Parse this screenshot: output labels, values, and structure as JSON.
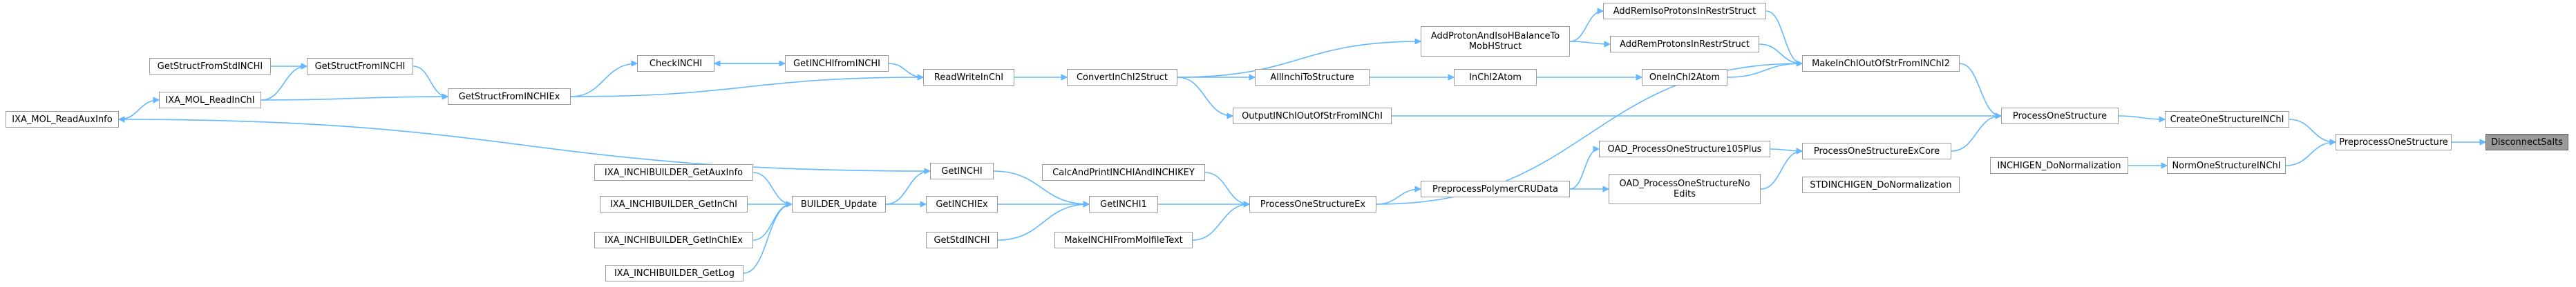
{
  "diagram": {
    "type": "call-graph",
    "colors": {
      "edge": "#63b8ff",
      "node_border": "#999999",
      "root_fill": "#999999",
      "node_fill": "#ffffff"
    },
    "nodes": [
      {
        "id": "disconnectsalts",
        "label": "DisconnectSalts",
        "root": true
      },
      {
        "id": "preprocessonestructure",
        "label": "PreprocessOneStructure"
      },
      {
        "id": "createonestructureinchi",
        "label": "CreateOneStructureINChI"
      },
      {
        "id": "normonestructureinchi",
        "label": "NormOneStructureINChI"
      },
      {
        "id": "processonestructure",
        "label": "ProcessOneStructure"
      },
      {
        "id": "inchigen_donormalization",
        "label": "INCHIGEN_DoNormalization"
      },
      {
        "id": "stdinchigen_donormalization",
        "label": "STDINCHIGEN_DoNormalization"
      },
      {
        "id": "makeinchioutofstrfrominchi2",
        "label": "MakeInChIOutOfStrFromINChI2"
      },
      {
        "id": "processonestructureexcore",
        "label": "ProcessOneStructureExCore"
      },
      {
        "id": "outputinchioutofstrfrominchi",
        "label": "OutputINChIOutOfStrFromINChI"
      },
      {
        "id": "addremisoprotonsinrestrstruct",
        "label": "AddRemIsoProtonsInRestrStruct"
      },
      {
        "id": "addremprotonsinrestrstruct",
        "label": "AddRemProtonsInRestrStruct"
      },
      {
        "id": "oneinchi2atom",
        "label": "OneInChI2Atom"
      },
      {
        "id": "addprotonandisohbalancetomobhstruct",
        "label": "AddProtonAndIsoHBalanceTo\nMobHStruct"
      },
      {
        "id": "inchi2atom",
        "label": "InChI2Atom"
      },
      {
        "id": "allinchitostructure",
        "label": "AllInchiToStructure"
      },
      {
        "id": "convertinchi2struct",
        "label": "ConvertInChI2Struct"
      },
      {
        "id": "readwriteinchi",
        "label": "ReadWriteInChI"
      },
      {
        "id": "getinchifrominchi",
        "label": "GetINCHIfromINCHI"
      },
      {
        "id": "checkinchi",
        "label": "CheckINCHI"
      },
      {
        "id": "getstructfrominchiex",
        "label": "GetStructFromINCHIEx"
      },
      {
        "id": "getstructfrominchi",
        "label": "GetStructFromINCHI"
      },
      {
        "id": "getstructfromstdinchi",
        "label": "GetStructFromStdINCHI"
      },
      {
        "id": "ixa_mol_readinchi",
        "label": "IXA_MOL_ReadInChI"
      },
      {
        "id": "ixa_mol_readauxinfo",
        "label": "IXA_MOL_ReadAuxInfo"
      },
      {
        "id": "oad_processonestructure105plus",
        "label": "OAD_ProcessOneStructure105Plus"
      },
      {
        "id": "oad_processonestructurenoedits",
        "label": "OAD_ProcessOneStructureNo\nEdits"
      },
      {
        "id": "preprocesspolymercrudata",
        "label": "PreprocessPolymerCRUData"
      },
      {
        "id": "processonestructureex",
        "label": "ProcessOneStructureEx"
      },
      {
        "id": "calcandprintinchiandinchikey",
        "label": "CalcAndPrintINCHIAndINCHIKEY"
      },
      {
        "id": "getinchi1",
        "label": "GetINCHI1"
      },
      {
        "id": "makeinchifrommolfiletext",
        "label": "MakeINCHIFromMolfileText"
      },
      {
        "id": "getinchi",
        "label": "GetINCHI"
      },
      {
        "id": "getinchiex",
        "label": "GetINCHIEx"
      },
      {
        "id": "getstdinchi",
        "label": "GetStdINCHI"
      },
      {
        "id": "builder_update",
        "label": "BUILDER_Update"
      },
      {
        "id": "ixa_inchibuilder_getauxinfo",
        "label": "IXA_INCHIBUILDER_GetAuxInfo"
      },
      {
        "id": "ixa_inchibuilder_getinchi",
        "label": "IXA_INCHIBUILDER_GetInChI"
      },
      {
        "id": "ixa_inchibuilder_getinchiex",
        "label": "IXA_INCHIBUILDER_GetInChIEx"
      },
      {
        "id": "ixa_inchibuilder_getlog",
        "label": "IXA_INCHIBUILDER_GetLog"
      }
    ],
    "edges": [
      [
        "preprocessonestructure",
        "disconnectsalts"
      ],
      [
        "createonestructureinchi",
        "preprocessonestructure"
      ],
      [
        "normonestructureinchi",
        "preprocessonestructure"
      ],
      [
        "processonestructure",
        "createonestructureinchi"
      ],
      [
        "inchigen_donormalization",
        "normonestructureinchi"
      ],
      [
        "makeinchioutofstrfrominchi2",
        "processonestructure"
      ],
      [
        "processonestructureexcore",
        "processonestructure"
      ],
      [
        "outputinchioutofstrfrominchi",
        "processonestructure"
      ],
      [
        "addremisoprotonsinrestrstruct",
        "makeinchioutofstrfrominchi2"
      ],
      [
        "addremprotonsinrestrstruct",
        "makeinchioutofstrfrominchi2"
      ],
      [
        "oneinchi2atom",
        "makeinchioutofstrfrominchi2"
      ],
      [
        "processonestructureex",
        "makeinchioutofstrfrominchi2"
      ],
      [
        "addprotonandisohbalancetomobhstruct",
        "addremisoprotonsinrestrstruct"
      ],
      [
        "addprotonandisohbalancetomobhstruct",
        "addremprotonsinrestrstruct"
      ],
      [
        "inchi2atom",
        "oneinchi2atom"
      ],
      [
        "allinchitostructure",
        "inchi2atom"
      ],
      [
        "convertinchi2struct",
        "addprotonandisohbalancetomobhstruct"
      ],
      [
        "convertinchi2struct",
        "allinchitostructure"
      ],
      [
        "convertinchi2struct",
        "outputinchioutofstrfrominchi"
      ],
      [
        "readwriteinchi",
        "convertinchi2struct"
      ],
      [
        "getinchifrominchi",
        "readwriteinchi"
      ],
      [
        "getinchifrominchi",
        "checkinchi"
      ],
      [
        "checkinchi",
        "getinchifrominchi"
      ],
      [
        "getstructfrominchiex",
        "checkinchi"
      ],
      [
        "getstructfrominchiex",
        "readwriteinchi"
      ],
      [
        "getstructfrominchi",
        "getstructfrominchiex"
      ],
      [
        "ixa_mol_readinchi",
        "getstructfrominchiex"
      ],
      [
        "getstructfromstdinchi",
        "getstructfrominchi"
      ],
      [
        "ixa_mol_readinchi",
        "getstructfrominchi"
      ],
      [
        "ixa_mol_readauxinfo",
        "ixa_mol_readinchi"
      ],
      [
        "oad_processonestructure105plus",
        "processonestructureexcore"
      ],
      [
        "oad_processonestructurenoedits",
        "processonestructureexcore"
      ],
      [
        "preprocesspolymercrudata",
        "oad_processonestructure105plus"
      ],
      [
        "preprocesspolymercrudata",
        "oad_processonestructurenoedits"
      ],
      [
        "processonestructureex",
        "preprocesspolymercrudata"
      ],
      [
        "calcandprintinchiandinchikey",
        "processonestructureex"
      ],
      [
        "getinchi1",
        "processonestructureex"
      ],
      [
        "makeinchifrommolfiletext",
        "processonestructureex"
      ],
      [
        "getinchi",
        "getinchi1"
      ],
      [
        "getinchiex",
        "getinchi1"
      ],
      [
        "getstdinchi",
        "getinchi1"
      ],
      [
        "getinchi",
        "ixa_mol_readauxinfo"
      ],
      [
        "builder_update",
        "getinchi"
      ],
      [
        "builder_update",
        "getinchiex"
      ],
      [
        "ixa_inchibuilder_getauxinfo",
        "builder_update"
      ],
      [
        "ixa_inchibuilder_getinchi",
        "builder_update"
      ],
      [
        "ixa_inchibuilder_getinchiex",
        "builder_update"
      ],
      [
        "ixa_inchibuilder_getlog",
        "builder_update"
      ]
    ]
  }
}
